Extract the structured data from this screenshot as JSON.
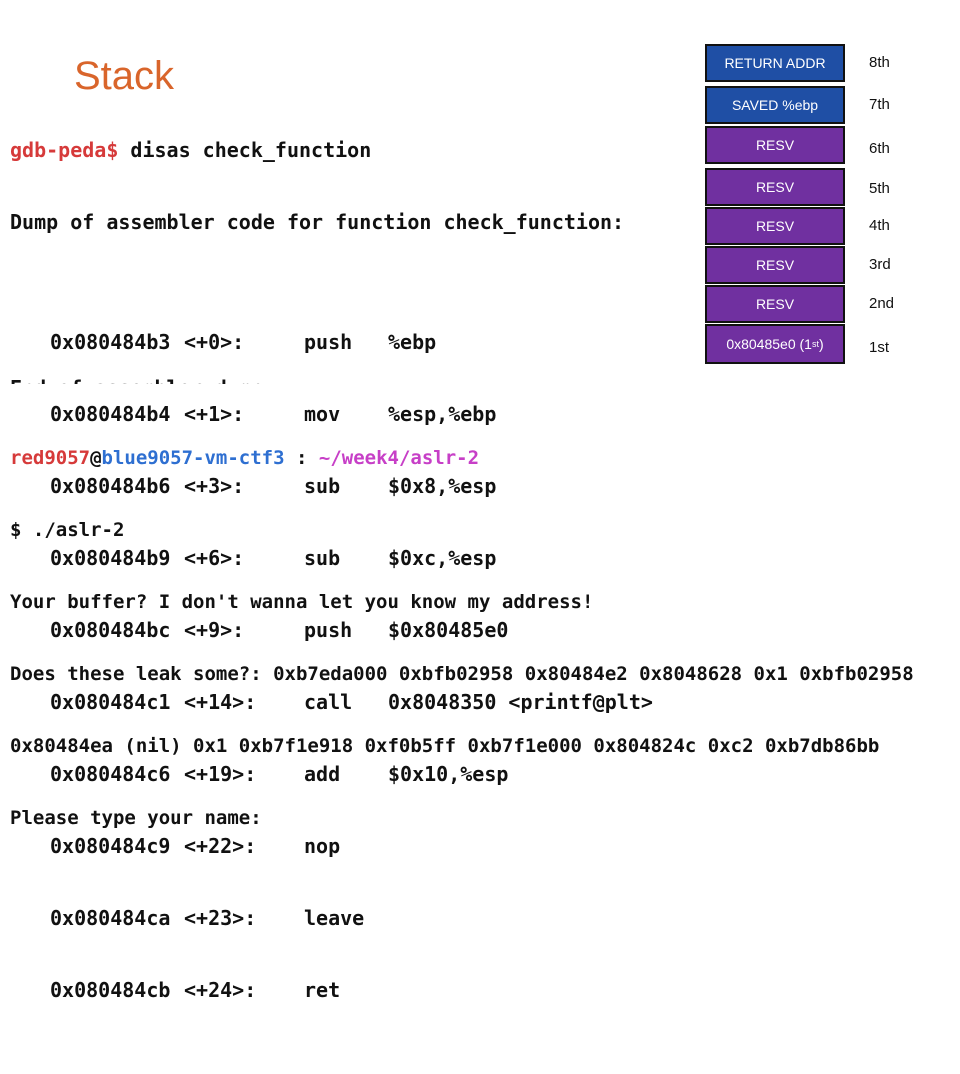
{
  "slide": {
    "title": "Stack"
  },
  "gdb": {
    "prompt": "gdb-peda$",
    "command": " disas check_function",
    "dump_header": "Dump of assembler code for function check_function:",
    "instructions": [
      {
        "addr": "0x080484b3",
        "offset": "<+0>:",
        "op": "push",
        "args": "%ebp"
      },
      {
        "addr": "0x080484b4",
        "offset": "<+1>:",
        "op": "mov",
        "args": "%esp,%ebp"
      },
      {
        "addr": "0x080484b6",
        "offset": "<+3>:",
        "op": "sub",
        "args": "$0x8,%esp"
      },
      {
        "addr": "0x080484b9",
        "offset": "<+6>:",
        "op": "sub",
        "args": "$0xc,%esp"
      },
      {
        "addr": "0x080484bc",
        "offset": "<+9>:",
        "op": "push",
        "args": "$0x80485e0"
      },
      {
        "addr": "0x080484c1",
        "offset": "<+14>:",
        "op": "call",
        "args": "0x8048350 <printf@plt>"
      },
      {
        "addr": "0x080484c6",
        "offset": "<+19>:",
        "op": "add",
        "args": "$0x10,%esp"
      },
      {
        "addr": "0x080484c9",
        "offset": "<+22>:",
        "op": "nop",
        "args": ""
      },
      {
        "addr": "0x080484ca",
        "offset": "<+23>:",
        "op": "leave",
        "args": ""
      },
      {
        "addr": "0x080484cb",
        "offset": "<+24>:",
        "op": "ret",
        "args": ""
      }
    ],
    "truncated_line": "End of assembler dump."
  },
  "shell": {
    "user": "red9057",
    "at": "@",
    "host": "blue9057-vm-ctf3",
    "sep": " : ",
    "path": "~/week4/aslr-2",
    "command_line": "$ ./aslr-2",
    "output": [
      "Your buffer? I don't wanna let you know my address!",
      "Does these leak some?: 0xb7eda000 0xbfb02958 0x80484e2 0x8048628 0x1 0xbfb02958",
      "0x80484ea (nil) 0x1 0xb7f1e918 0xf0b5ff 0xb7f1e000 0x804824c 0xc2 0xb7db86bb",
      "Please type your name:"
    ]
  },
  "stack": {
    "colors": {
      "slot_purple": "#7030a0",
      "slot_blue": "#1f4fa5",
      "title_orange": "#d9652b"
    },
    "slots": [
      {
        "label": "RETURN ADDR",
        "ordinal": "8th",
        "style": "blue"
      },
      {
        "label": "SAVED %ebp",
        "ordinal": "7th",
        "style": "blue"
      },
      {
        "label": "RESV",
        "ordinal": "6th",
        "style": "purple"
      },
      {
        "label": "RESV",
        "ordinal": "5th",
        "style": "purple"
      },
      {
        "label": "RESV",
        "ordinal": "4th",
        "style": "purple"
      },
      {
        "label": "RESV",
        "ordinal": "3rd",
        "style": "purple"
      },
      {
        "label": "RESV",
        "ordinal": "2nd",
        "style": "purple"
      },
      {
        "label": "0x80485e0 (1",
        "label_sup": "st",
        "label_tail": ")",
        "ordinal": "1st",
        "style": "purple"
      }
    ]
  }
}
